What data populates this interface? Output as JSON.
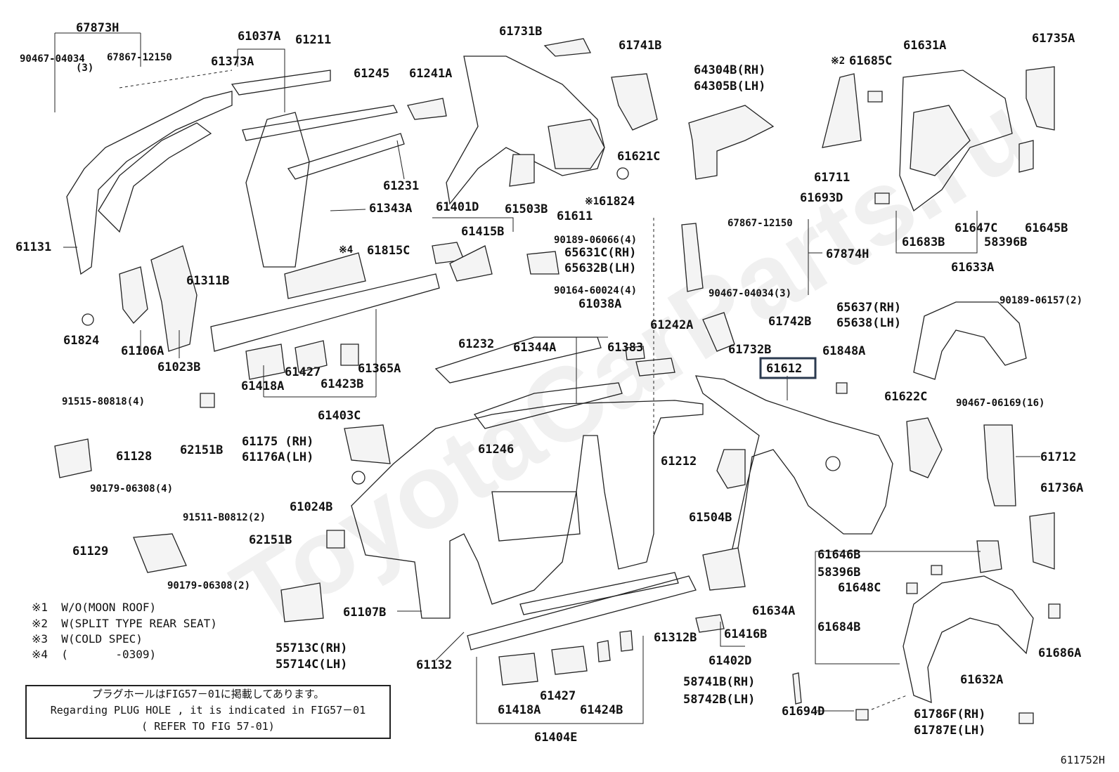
{
  "watermark": "ToyotaCarParts.ru",
  "figure_id": "611752H",
  "highlighted_part": "61612",
  "labels": [
    "67873H",
    "90467-04034",
    "(3)",
    "67867-12150",
    "61037A",
    "61211",
    "61373A",
    "61245",
    "61241A",
    "61731B",
    "61741B",
    "64304B(RH)",
    "64305B(LH)",
    "※2",
    "61685C",
    "61631A",
    "61735A",
    "61131",
    "61311B",
    "61231",
    "61343A",
    "※4",
    "61815C",
    "61401D",
    "61415B",
    "90189-06066(4)",
    "65631C(RH)",
    "65632B(LH)",
    "90164-60024(4)",
    "61503B",
    "61611",
    "※1",
    "61824",
    "61621C",
    "61711",
    "61693D",
    "61647C",
    "61645B",
    "61683B",
    "58396B",
    "61633A",
    "67874H",
    "90467-04034(3)",
    "67867-12150",
    "61824",
    "61106A",
    "61023B",
    "61418A",
    "61427",
    "61423B",
    "61365A",
    "61403C",
    "61232",
    "61344A",
    "61038A",
    "61383",
    "61242A",
    "61742B",
    "61732B",
    "61612",
    "61848A",
    "90189-06157(2)",
    "65637(RH)",
    "65638(LH)",
    "90467-06169(16)",
    "61622C",
    "91515-80818(4)",
    "62151B",
    "61128",
    "61175 (RH)",
    "61176A(LH)",
    "61246",
    "61212",
    "90179-06308(4)",
    "61024B",
    "61504B",
    "61712",
    "91511-B0812(2)",
    "62151B",
    "61129",
    "61736A",
    "61646B",
    "58396B",
    "61648C",
    "90179-06308(2)",
    "61107B",
    "61312B",
    "61416B",
    "61634A",
    "55713C(RH)",
    "55714C(LH)",
    "61132",
    "61684B",
    "61686A",
    "61402D",
    "61427",
    "58741B(RH)",
    "58742B(LH)",
    "61632A",
    "61418A",
    "61424B",
    "61694D",
    "61786F(RH)",
    "61787E(LH)",
    "61404E"
  ],
  "notes": [
    "※1  W/O(MOON ROOF)",
    "※2  W(SPLIT TYPE REAR SEAT)",
    "※3  W(COLD SPEC)",
    "※4  (       -0309)"
  ],
  "plug_hole_box": {
    "line1": "プラグホールはFIG57－01に掲載してあります。",
    "line2": "Regarding PLUG HOLE , it is indicated in FIG57－01",
    "line3": "( REFER TO FIG 57-01)"
  }
}
